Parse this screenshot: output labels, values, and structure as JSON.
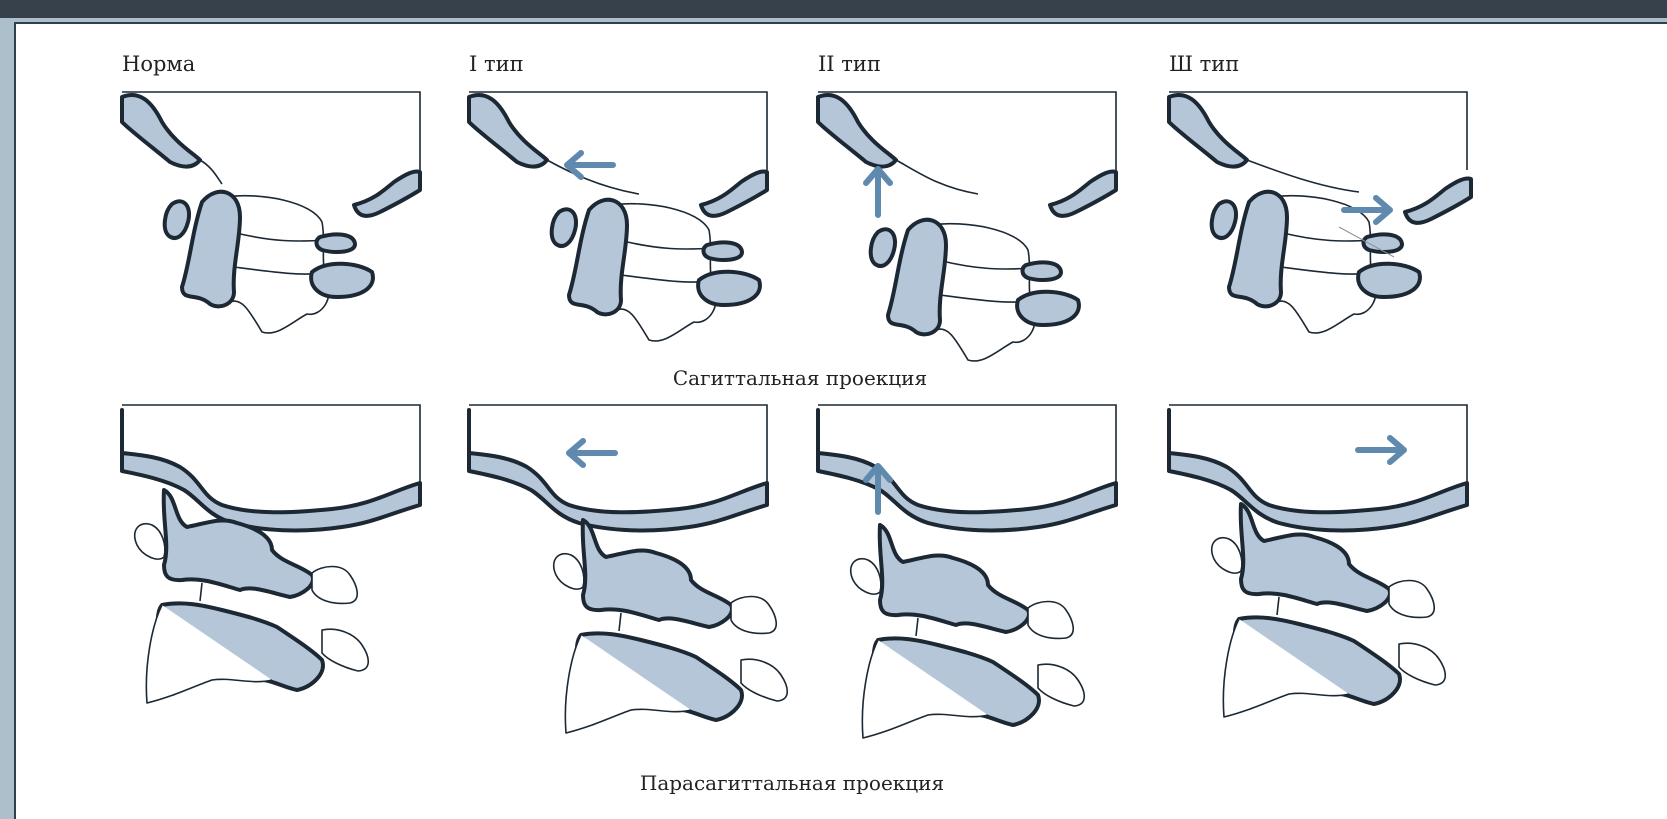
{
  "labels": {
    "norm": "Норма",
    "type1": "I тип",
    "type2": "II тип",
    "type3": "Ш тип"
  },
  "captions": {
    "sagittal": "Сагиттальная проекция",
    "parasagittal": "Парасагиттальная проекция"
  },
  "colors": {
    "bone_fill": "#b5c6d8",
    "outline": "#1c2833",
    "arrow": "#5f89ad",
    "frame": "#aebfcc"
  },
  "icons": {
    "arrow_left": "arrow-left-icon",
    "arrow_up": "arrow-up-icon",
    "arrow_right": "arrow-right-icon"
  }
}
